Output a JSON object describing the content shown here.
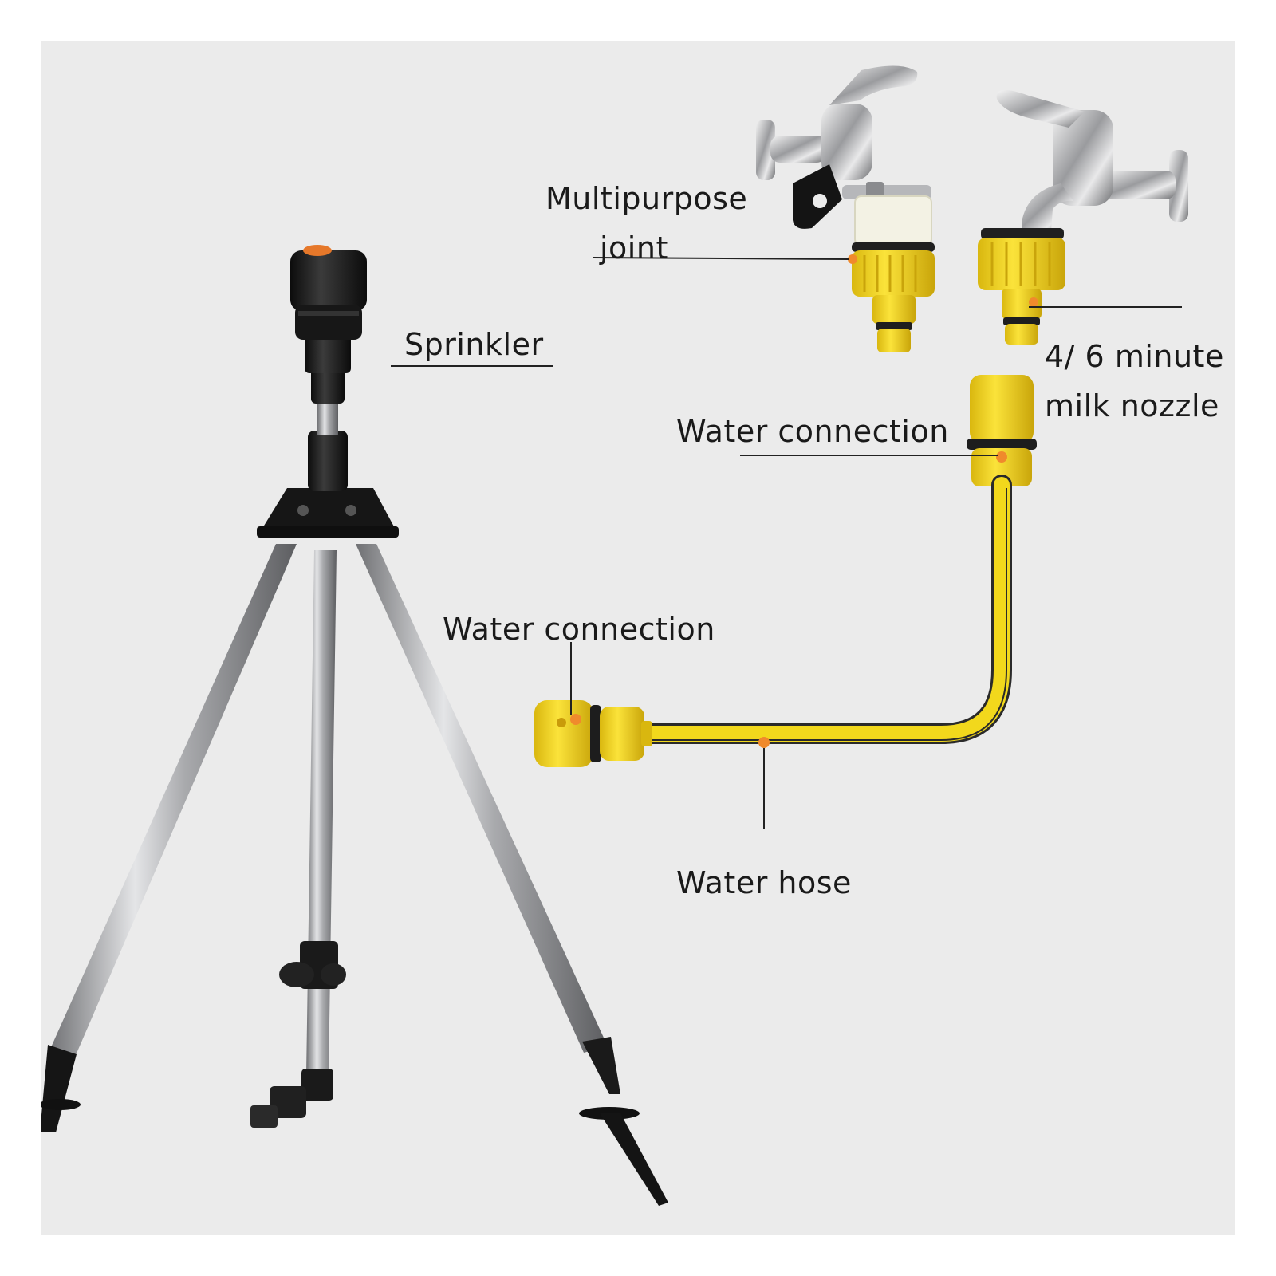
{
  "colors": {
    "background": "#ebebeb",
    "hose_yellow": "#f2d81c",
    "fitting_yellow": "#f5d31a",
    "marker_orange": "#f08a2c",
    "steel": "#b9babd",
    "plastic_black": "#1b1b1b",
    "leader_line": "#222222"
  },
  "icons": [
    "tripod-sprinkler-icon",
    "faucet-with-adapter-icon",
    "faucet-with-threaded-nozzle-icon",
    "hose-connector-icon",
    "water-hose-icon"
  ],
  "labels": {
    "multipurpose_joint_line1": "Multipurpose",
    "multipurpose_joint_line2": "joint",
    "sprinkler": "Sprinkler",
    "milk_nozzle_line1": "4/ 6 minute",
    "milk_nozzle_line2": "milk nozzle",
    "water_connection_upper": "Water connection",
    "water_connection_lower": "Water connection",
    "water_hose": "Water hose"
  }
}
